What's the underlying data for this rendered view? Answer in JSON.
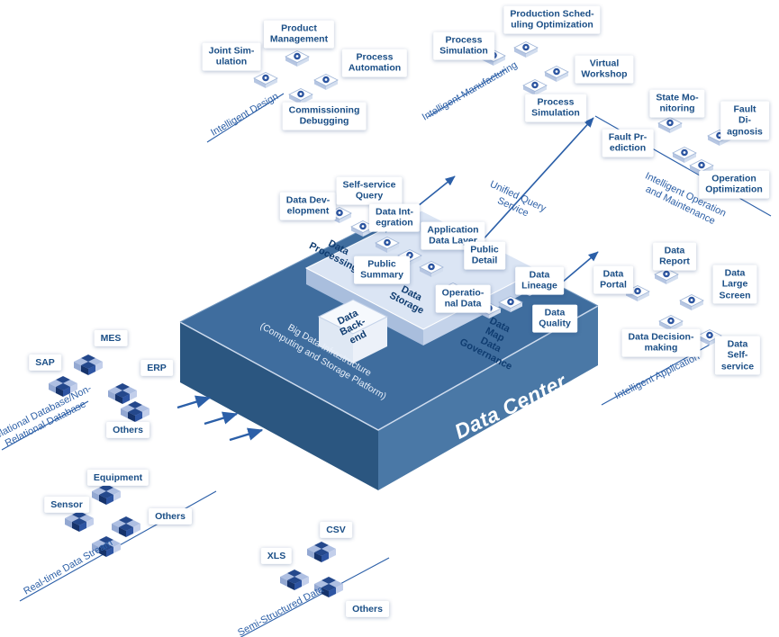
{
  "platform": {
    "title": "Data Center",
    "subtitle": "Big Data Infrastructure\n(Computing and Storage Platform)",
    "backend": "Data\nBack-\nend",
    "processing": "Data\nProcessing",
    "storage": "Data\nStorage",
    "governance": "Data\nGovernance",
    "map": "Data\nMap"
  },
  "modules": {
    "data_development": "Data Dev-\nelopment",
    "self_service_query": "Self-service\nQuery",
    "data_integration": "Data Int-\negration",
    "application_data_layer": "Application\nData Layer",
    "public_detail": "Public\nDetail",
    "public_summary": "Public\nSummary",
    "operational_data": "Operatio-\nnal Data",
    "data_lineage": "Data\nLineage",
    "data_quality": "Data\nQuality"
  },
  "flows": {
    "unified_query": "Unified Query\nService"
  },
  "groups": {
    "design": {
      "caption": "Intelligent Design",
      "joint_simulation": "Joint Sim-\nulation",
      "product_management": "Product\nManagement",
      "process_automation": "Process\nAutomation",
      "commissioning_debugging": "Commissioning\nDebugging"
    },
    "manufacturing": {
      "caption": "Intelligent Manufacturing",
      "process_simulation_a": "Process\nSimulation",
      "production_scheduling": "Production Sched-\nuling Optimization",
      "virtual_workshop": "Virtual\nWorkshop",
      "process_simulation_b": "Process\nSimulation"
    },
    "operation_maintenance": {
      "caption": "Intelligent Operation\nand Maintenance",
      "state_monitoring": "State Mo-\nnitoring",
      "fault_diagnosis": "Fault Di-\nagnosis",
      "fault_prediction": "Fault Pr-\nediction",
      "operation_optimization": "Operation\nOptimization"
    },
    "application": {
      "caption": "Intelligent Application",
      "data_report": "Data\nReport",
      "data_portal": "Data\nPortal",
      "data_large_screen": "Data Large\nScreen",
      "data_decision_making": "Data Decision-\nmaking",
      "data_self_service": "Data Self-\nservice"
    },
    "relational": {
      "caption": "Relational Database/Non-\nRelational Database",
      "sap": "SAP",
      "mes": "MES",
      "erp": "ERP",
      "others": "Others"
    },
    "realtime": {
      "caption": "Real-time Data Stream",
      "sensor": "Sensor",
      "equipment": "Equipment",
      "others": "Others"
    },
    "semi_structured": {
      "caption": "Semi-Structured Data",
      "xls": "XLS",
      "csv": "CSV",
      "others": "Others"
    }
  },
  "colors": {
    "accent": "#2b5fa8",
    "platform_top": "#3f6d9e",
    "platform_left": "#2b5680",
    "platform_right": "#4a78a6",
    "label_text": "#1a4e86"
  }
}
